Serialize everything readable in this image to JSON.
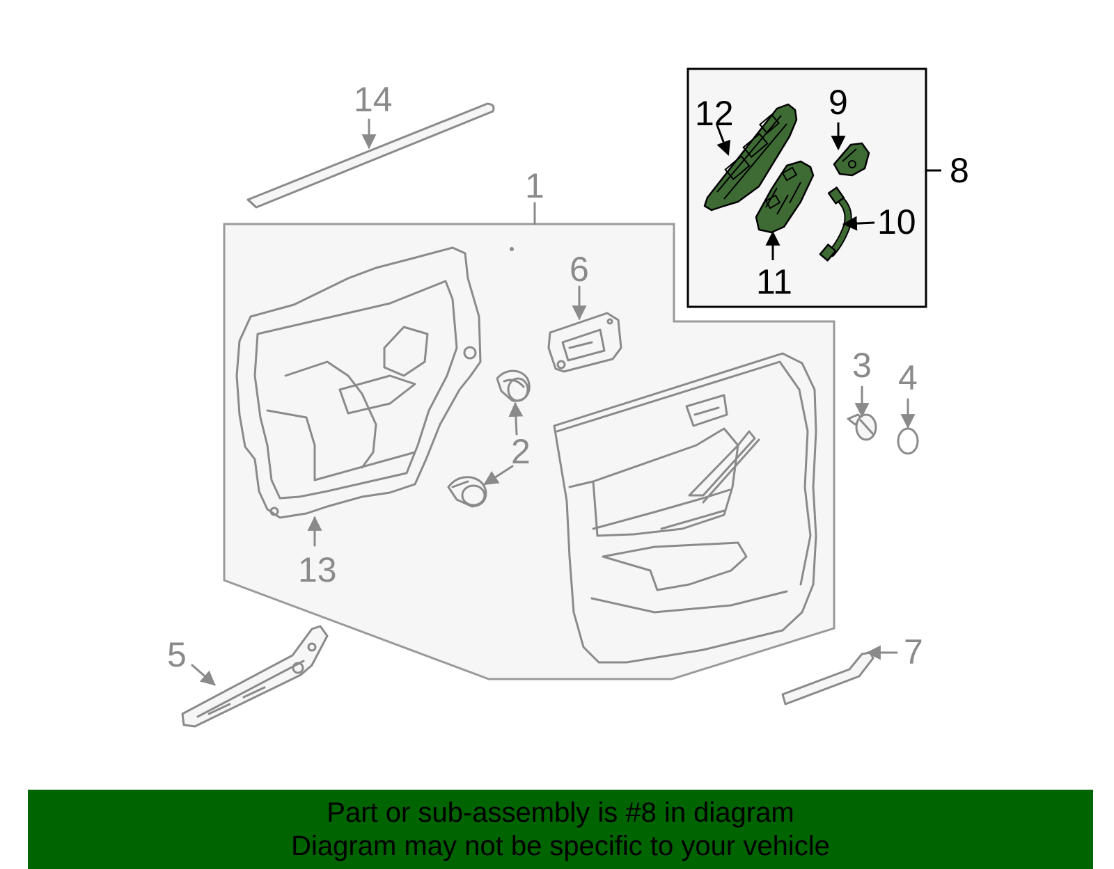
{
  "colors": {
    "banner_bg": "#006400",
    "banner_text": "#000000",
    "callout_gray": "#8a8a8a",
    "highlight_green": "#3e6b34",
    "highlight_outline": "#000000"
  },
  "callouts": {
    "c1": "1",
    "c2": "2",
    "c3": "3",
    "c4": "4",
    "c5": "5",
    "c6": "6",
    "c7": "7",
    "c8": "8",
    "c9": "9",
    "c10": "10",
    "c11": "11",
    "c12": "12",
    "c13": "13",
    "c14": "14"
  },
  "banner": {
    "line1": "Part or sub-assembly is #8 in diagram",
    "line2": "Diagram may not be specific to your vehicle"
  }
}
